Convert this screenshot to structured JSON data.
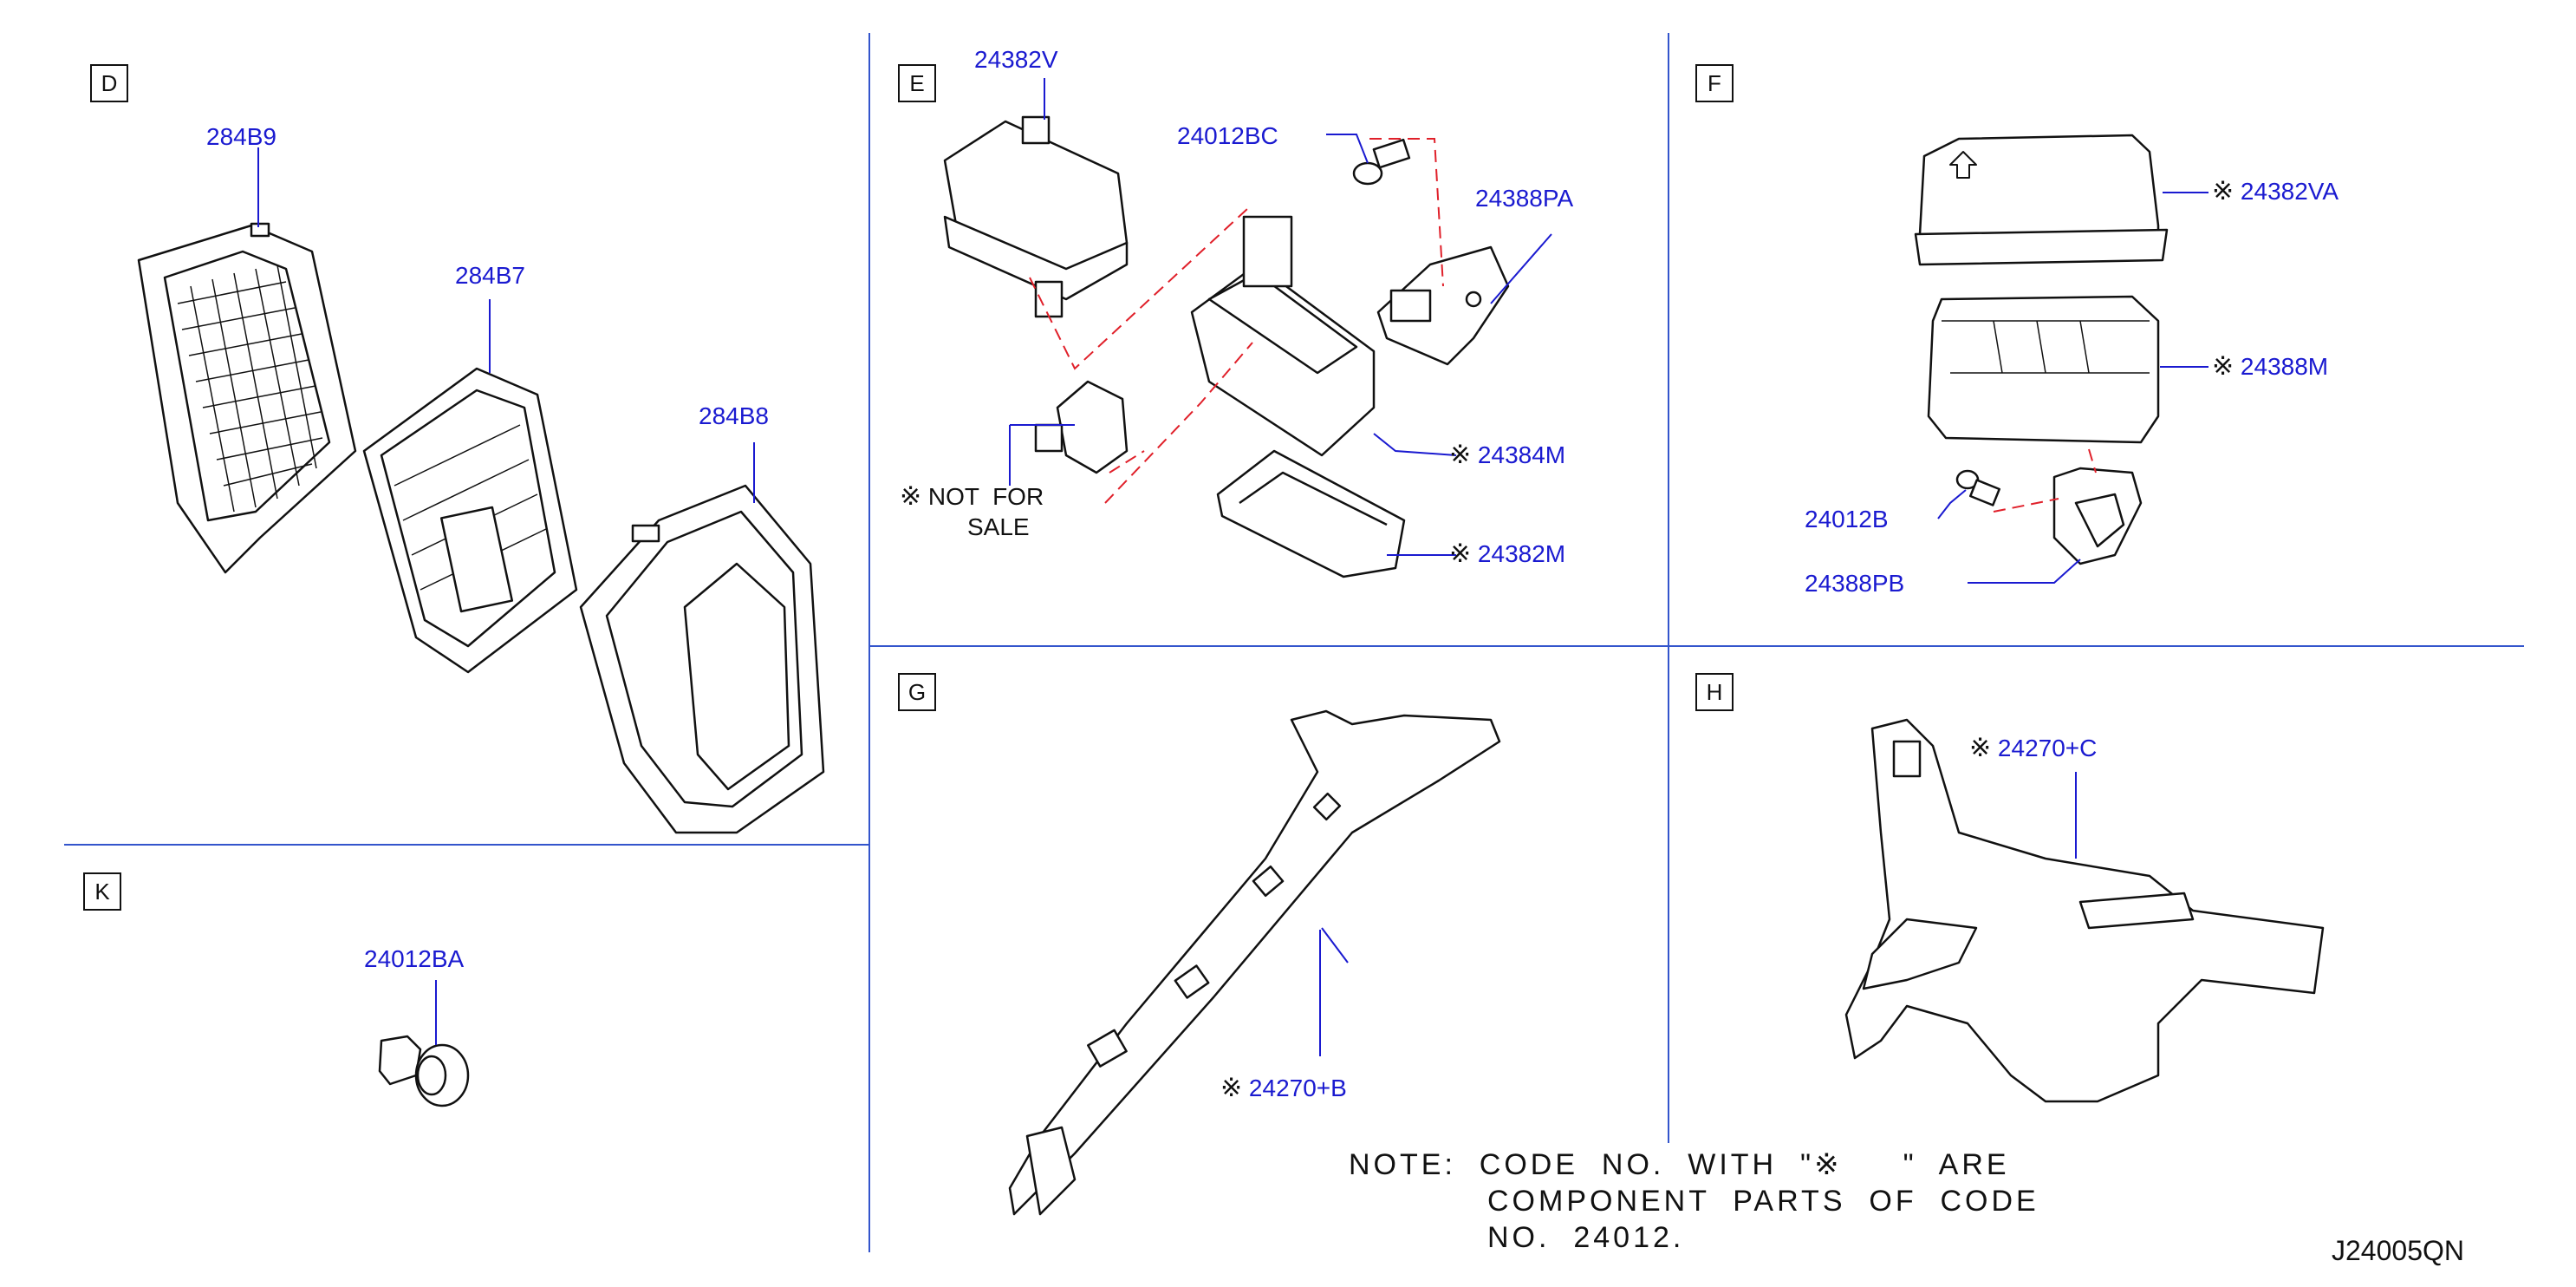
{
  "diagram_id": "J24005QN",
  "sections": [
    "D",
    "E",
    "F",
    "G",
    "H",
    "K"
  ],
  "labels": {
    "d_284b9": "284B9",
    "d_284b7": "284B7",
    "d_284b8": "284B8",
    "e_24382v": "24382V",
    "e_24012bc": "24012BC",
    "e_24388pa": "24388PA",
    "e_24384m": "24384M",
    "e_24382m": "24382M",
    "e_not_for": "NOT  FOR",
    "e_sale": "SALE",
    "f_24382va": "24382VA",
    "f_24388m": "24388M",
    "f_24012b": "24012B",
    "f_24388pb": "24388PB",
    "g_24270b": "24270+B",
    "h_24270c": "24270+C",
    "k_24012ba": "24012BA"
  },
  "note": {
    "line1": "NOTE:  CODE  NO.  WITH  \"",
    "line1_end": "\"  ARE",
    "line2": "COMPONENT  PARTS  OF  CODE",
    "line3": "NO.  24012."
  },
  "colors": {
    "label": "#1a1ad0",
    "dash": "#e0202a",
    "line": "#111111",
    "divider": "#3355cc"
  },
  "icons": {
    "component_mark": "asterisk-kome-icon"
  }
}
